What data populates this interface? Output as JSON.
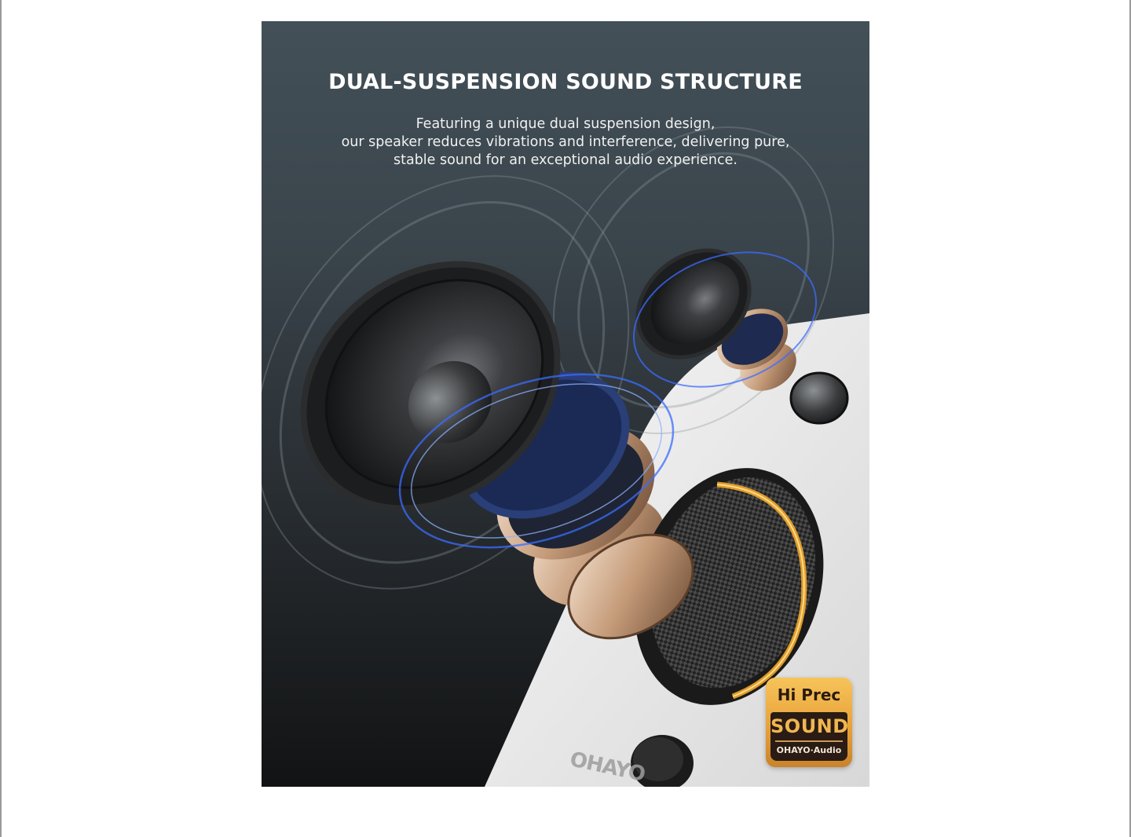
{
  "image": {
    "headline": "DUAL-SUSPENSION SOUND STRUCTURE",
    "description_lines": [
      "Featuring a unique dual suspension design,",
      "our speaker reduces vibrations and interference, delivering pure,",
      "stable sound for an exceptional audio experience."
    ],
    "speaker_logo": "OHAYO",
    "badge": {
      "top": "Hi Prec",
      "main": "SOUND",
      "brand": "OHAYO·Audio"
    },
    "colors": {
      "background_top": "#435058",
      "background_bottom": "#121314",
      "accent_blue": "#3b6cff",
      "accent_gold": "#e8a23a",
      "speaker_body": "#e9e9e9"
    }
  }
}
